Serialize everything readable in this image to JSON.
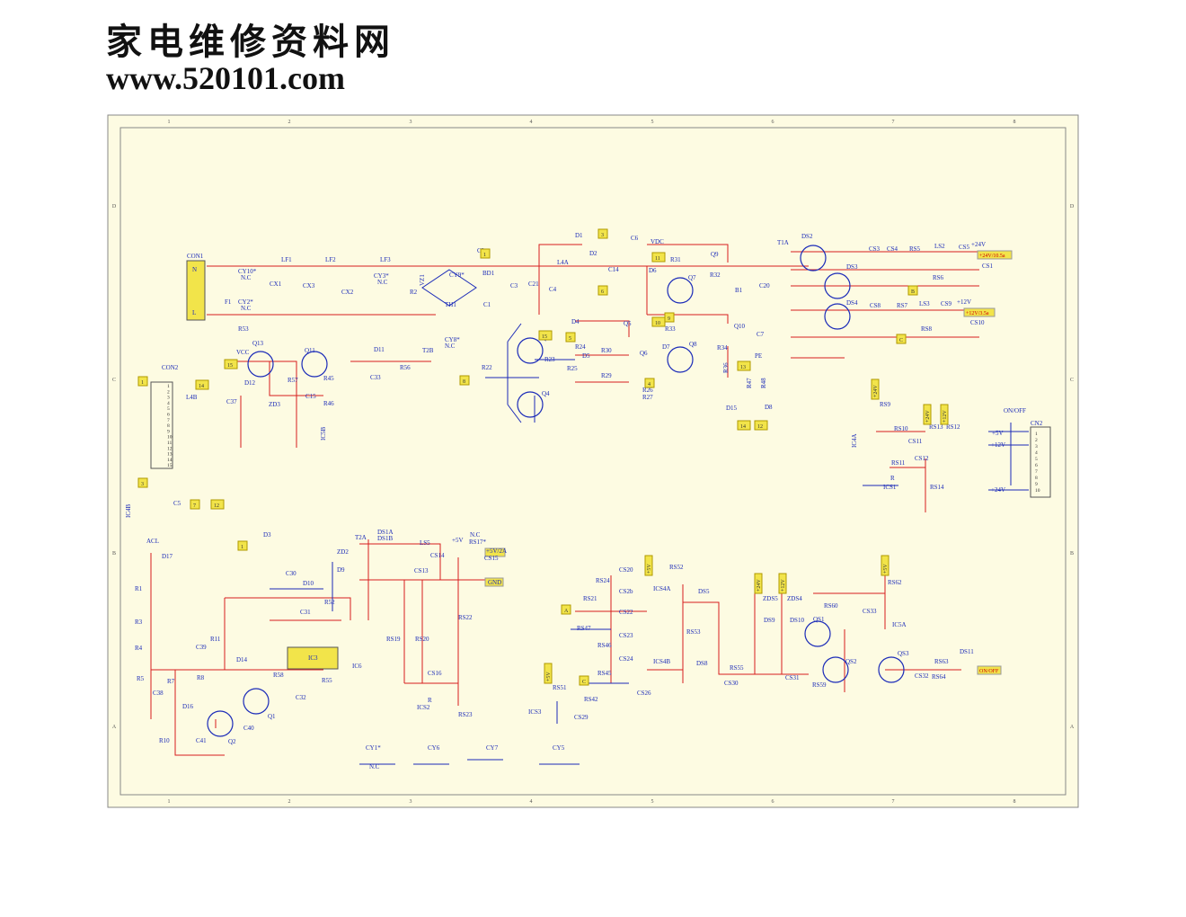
{
  "watermark": {
    "site_name": "家电维修资料网",
    "url": "www.520101.com"
  },
  "frame": {
    "columns": [
      "1",
      "2",
      "3",
      "4",
      "5",
      "6",
      "7",
      "8"
    ],
    "rows": [
      "D",
      "C",
      "B",
      "A"
    ]
  },
  "components": {
    "con1": "CON1",
    "con1_n": "N",
    "con1_l": "L",
    "f1": "F1",
    "cy10": "CY10*",
    "cy2": "CY2*",
    "nc": "N.C",
    "cx1": "CX1",
    "cx2": "CX2",
    "cx3": "CX3",
    "cy3": "CY3*",
    "lf1": "LF1",
    "lf2": "LF2",
    "lf3": "LF3",
    "r2": "R2",
    "vz1": "VZ1",
    "cy9": "CY9*",
    "bd1": "BD1",
    "th1": "TH1",
    "c1": "C1",
    "c2": "C2",
    "c3": "C3",
    "c21": "C21",
    "c4": "C4",
    "cy8": "CY8*",
    "t2b": "T2B",
    "r53": "R53",
    "l4a": "L4A",
    "d1": "D1",
    "d2": "D2",
    "c14": "C14",
    "c6": "C6",
    "vdc": "VDC",
    "d6": "D6",
    "r31": "R31",
    "q7": "Q7",
    "r32": "R32",
    "q9": "Q9",
    "d7": "D7",
    "r33": "R33",
    "q8": "Q8",
    "r34": "R34",
    "q10": "Q10",
    "r36": "R36",
    "b1": "B1",
    "c20": "C20",
    "c7": "C7",
    "pe": "PE",
    "r47": "R47",
    "r48": "R48",
    "d15": "D15",
    "d8": "D8",
    "t1a": "T1A",
    "ds2": "DS2",
    "ds3": "DS3",
    "ds4": "DS4",
    "cs3": "CS3",
    "cs4": "CS4",
    "rs5": "RS5",
    "ls2": "LS2",
    "cs5": "CS5",
    "cs1": "CS1",
    "rs6": "RS6",
    "cs8": "CS8",
    "rs7": "RS7",
    "ls3": "LS3",
    "cs9": "CS9",
    "rs8": "RS8",
    "cs10": "CS10",
    "out24": "+24V/10.5a",
    "out12": "+12V/3.5a",
    "p24": "+24V",
    "p12": "+12V",
    "q13": "Q13",
    "q11": "Q11",
    "vcc": "VCC",
    "d11": "D11",
    "r56": "R56",
    "r57": "R57",
    "c15": "C15",
    "r45": "R45",
    "r46": "R46",
    "c33": "C33",
    "d12": "D12",
    "zd3": "ZD3",
    "c37": "C37",
    "ic5b": "IC5B",
    "con2": "CON2",
    "l4b": "L4B",
    "q3": "Q3",
    "q4": "Q4",
    "r22": "R22",
    "r23": "R23",
    "d4": "D4",
    "r24": "R24",
    "d5": "D5",
    "r25": "R25",
    "q5": "Q5",
    "r30": "R30",
    "q6": "Q6",
    "r29": "R29",
    "r26": "R26",
    "r27": "R27",
    "rs9": "RS9",
    "rs10": "RS10",
    "ic4a": "IC4A",
    "rs11": "RS11",
    "cs11": "CS11",
    "cs12": "CS12",
    "rs13": "RS13",
    "rs12": "RS12",
    "ics1": "ICS1",
    "rs14": "RS14",
    "r_lbl": "R",
    "cn2": "CN2",
    "onoff": "ON/OFF",
    "p5v": "+5V",
    "ic4b": "IC4B",
    "c5": "C5",
    "acl": "ACL",
    "d17": "D17",
    "r1": "R1",
    "r3": "R3",
    "r4": "R4",
    "r5": "R5",
    "r7": "R7",
    "c38": "C38",
    "c39": "C39",
    "r8": "R8",
    "r11": "R11",
    "d14": "D14",
    "d16": "D16",
    "r10": "R10",
    "c41": "C41",
    "q2": "Q2",
    "q1": "Q1",
    "c40": "C40",
    "r58": "R58",
    "c32": "C32",
    "r55": "R55",
    "d3": "D3",
    "c30": "C30",
    "d10": "D10",
    "c31": "C31",
    "r52": "R52",
    "ic3": "IC3",
    "t2a": "T2A",
    "zd2": "ZD2",
    "d9": "D9",
    "ds1a": "DS1A",
    "ds1b": "DS1B",
    "ls5": "LS5",
    "cs14": "CS14",
    "cs13": "CS13",
    "rs17": "RS17*",
    "cs15": "CS15",
    "out5": "+5V/2A",
    "gnd": "GND",
    "rs22": "RS22",
    "rs19": "RS19",
    "rs20": "RS20",
    "ic6": "IC6",
    "cs16": "CS16",
    "ics2": "ICS2",
    "rs23": "RS23",
    "cs20": "CS20",
    "rs24": "RS24",
    "cs2b": "CS2b",
    "rs21": "RS21",
    "cs22": "CS22",
    "rs52": "RS52",
    "ics4a": "ICS4A",
    "ds5": "DS5",
    "rs53": "RS53",
    "rs47": "RS47",
    "cs23": "CS23",
    "rs46": "RS46",
    "cs24": "CS24",
    "rs45": "RS45",
    "ics4b": "ICS4B",
    "cs26": "CS26",
    "ds8": "DS8",
    "rs55": "RS55",
    "cs30": "CS30",
    "rs51": "RS51",
    "ics3": "ICS3",
    "rs42": "RS42",
    "cs29": "CS29",
    "zds5": "ZDS5",
    "zds4": "ZDS4",
    "ds9": "DS9",
    "ds10": "DS10",
    "cs31": "CS31",
    "rs60": "RS60",
    "cs33": "CS33",
    "qs1": "QS1",
    "qs2": "QS2",
    "rs59": "RS59",
    "rs62": "RS62",
    "ic5a": "IC5A",
    "qs3": "QS3",
    "rs63": "RS63",
    "rs64": "RS64",
    "cs32": "CS32",
    "ds11": "DS11",
    "cy1": "CY1*",
    "cy6": "CY6",
    "cy7": "CY7",
    "cy5": "CY5"
  },
  "tags": [
    "1",
    "2",
    "3",
    "4",
    "5",
    "6",
    "7",
    "8",
    "9",
    "10",
    "11",
    "12",
    "13",
    "14",
    "15",
    "A",
    "B",
    "C"
  ],
  "pins_con2": [
    "1",
    "2",
    "3",
    "4",
    "5",
    "6",
    "7",
    "8",
    "9",
    "10",
    "11",
    "12",
    "13",
    "14",
    "15"
  ],
  "pins_cn2": [
    "1",
    "2",
    "3",
    "4",
    "5",
    "6",
    "7",
    "8",
    "9",
    "10"
  ],
  "colors": {
    "wire_red": "#d81e1e",
    "wire_blue": "#1a2ab8",
    "paper": "#fdfbe2",
    "tag_fill": "#f2e44a"
  }
}
